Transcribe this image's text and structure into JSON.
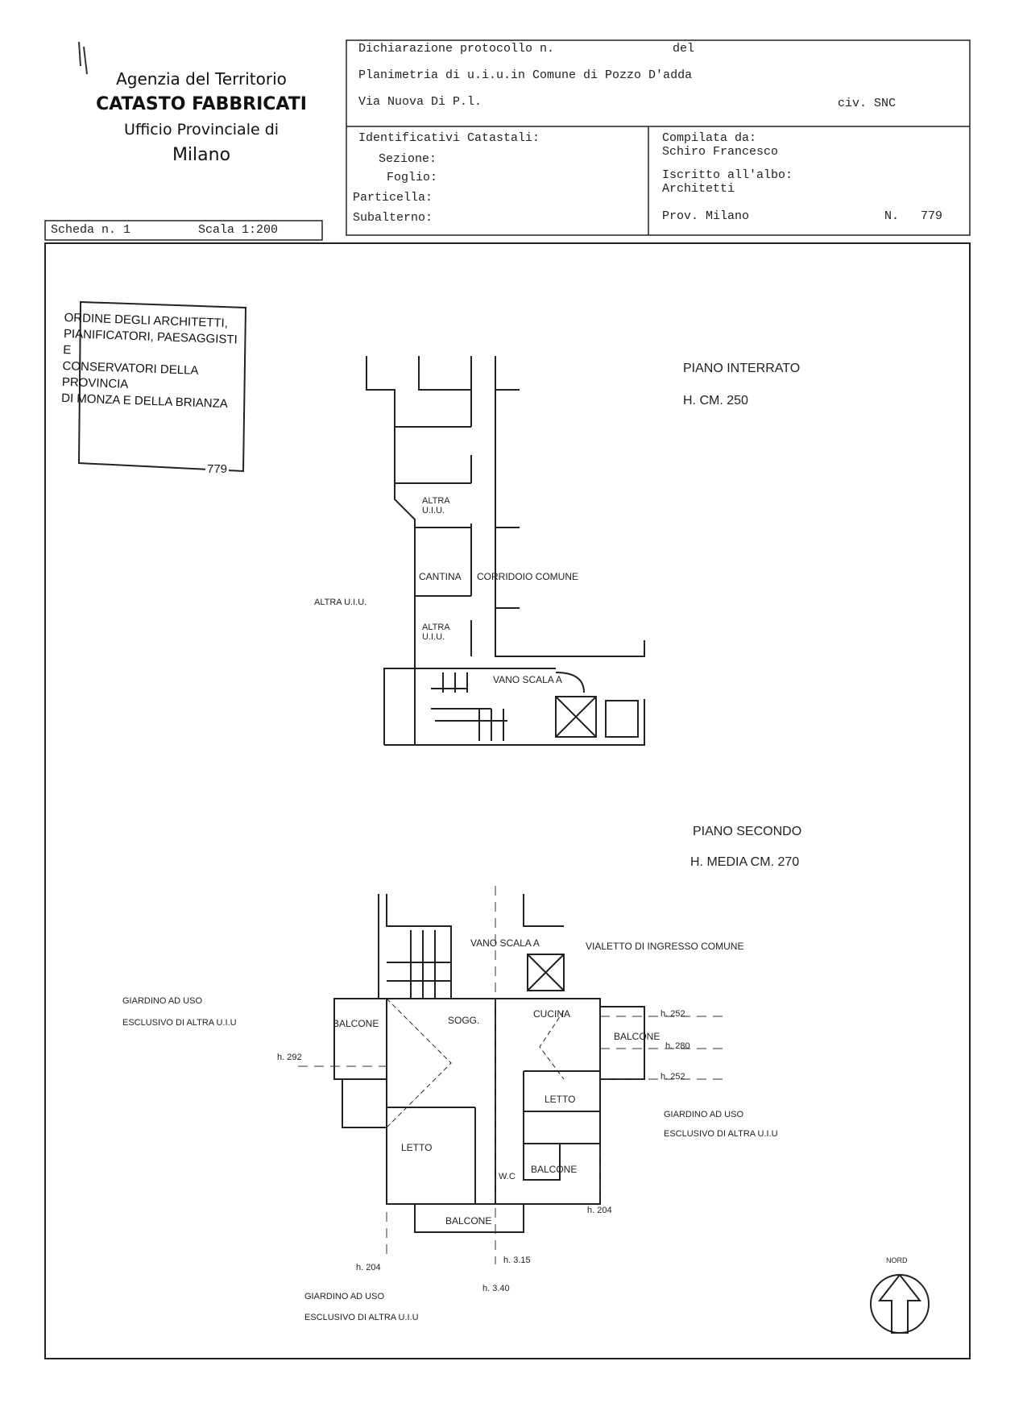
{
  "agency": {
    "name": "Agenzia del Territorio",
    "department": "CATASTO FABBRICATI",
    "office": "Ufficio Provinciale di",
    "city": "Milano"
  },
  "scheda": {
    "label": "Scheda n. 1",
    "scale": "Scala 1:200"
  },
  "declaration": {
    "protocol": "Dichiarazione protocollo n.",
    "del": "del",
    "planimetria": "Planimetria di u.i.u.in Comune di Pozzo D'adda",
    "address": "Via Nuova Di P.l.",
    "civ": "civ. SNC"
  },
  "identifiers": {
    "title": "Identificativi Catastali:",
    "sezione": "Sezione:",
    "foglio": "Foglio:",
    "particella": "Particella:",
    "subalterno": "Subalterno:"
  },
  "compiler": {
    "compiled_by_label": "Compilata da:",
    "name": "Schiro Francesco",
    "registered_label": "Iscritto all'albo:",
    "registry": "Architetti",
    "province": "Prov. Milano",
    "number_label": "N.",
    "number": "779"
  },
  "stamp": {
    "line1": "ORDINE DEGLI ARCHITETTI,",
    "line2": "PIANIFICATORI, PAESAGGISTI E",
    "line3": "CONSERVATORI DELLA PROVINCIA",
    "line4": "DI MONZA E DELLA BRIANZA",
    "number": "779"
  },
  "basement": {
    "title": "PIANO INTERRATO",
    "height": "H.  CM. 250",
    "labels": {
      "altra_uiu_1": "ALTRA U.I.U.",
      "cantina": "CANTINA",
      "corridoio": "CORRIDOIO COMUNE",
      "altra_uiu_left": "ALTRA U.I.U.",
      "altra_uiu_2": "ALTRA U.I.U.",
      "vano_scala": "VANO SCALA A"
    }
  },
  "second_floor": {
    "title": "PIANO SECONDO",
    "height": "H.  MEDIA  CM. 270",
    "labels": {
      "vano_scala": "VANO SCALA A",
      "vialetto": "VIALETTO DI INGRESSO COMUNE",
      "giardino_left_1": "GIARDINO AD USO",
      "giardino_left_2": "ESCLUSIVO DI ALTRA U.I.U",
      "balcone_left": "BALCONE",
      "sogg": "SOGG.",
      "cucina": "CUCINA",
      "balcone_right": "BALCONE",
      "h252_top": "h. 252",
      "h280": "h. 280",
      "h252_bottom": "h. 252",
      "h292": "h. 292",
      "letto_right": "LETTO",
      "giardino_right_1": "GIARDINO AD USO",
      "giardino_right_2": "ESCLUSIVO DI ALTRA U.I.U",
      "letto_left": "LETTO",
      "wc": "W.C",
      "balcone_small": "BALCONE",
      "h204_right": "h. 204",
      "balcone_bottom": "BALCONE",
      "h204_left": "h. 204",
      "h315": "h. 3.15",
      "h340": "h. 3.40",
      "giardino_bottom_1": "GIARDINO AD USO",
      "giardino_bottom_2": "ESCLUSIVO DI ALTRA U.I.U"
    }
  },
  "north": {
    "label": "NORD"
  }
}
